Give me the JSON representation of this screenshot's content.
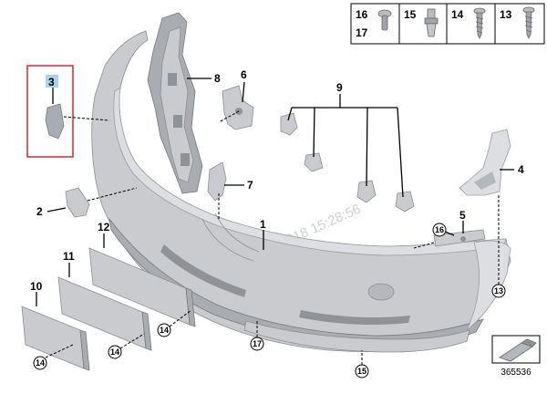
{
  "callouts": {
    "c1": "1",
    "c2": "2",
    "c3": "3",
    "c4": "4",
    "c5": "5",
    "c6": "6",
    "c7": "7",
    "c8": "8",
    "c9": "9",
    "c10": "10",
    "c11": "11",
    "c12": "12",
    "c13a": "13",
    "c14a": "14",
    "c14b": "14",
    "c14c": "14",
    "c15": "15",
    "c16": "16",
    "c17": "17"
  },
  "fastener_table": {
    "cell1_top": "16",
    "cell1_bottom": "17",
    "cell2": "15",
    "cell3": "14",
    "cell4": "13"
  },
  "watermark": "04.2018 15:28:56",
  "diagram_code": "365536",
  "highlight_color": "#e0262a",
  "icons": [
    "clip-icon",
    "expanding-nut-icon",
    "screw-icon",
    "orientation-icon"
  ]
}
